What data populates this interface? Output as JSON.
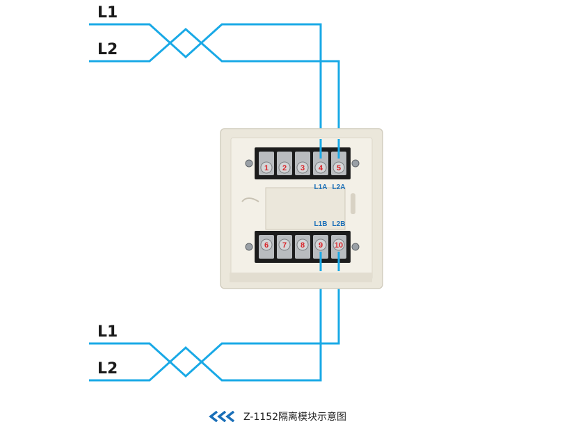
{
  "colors": {
    "wire": "#19a9e6",
    "accent": "#1a6fb8",
    "terminal_number": "#d9262a"
  },
  "top_wires": {
    "l1_label": "L1",
    "l2_label": "L2"
  },
  "bottom_wires": {
    "l1_label": "L1",
    "l2_label": "L2"
  },
  "module": {
    "top_block": {
      "numbers": [
        "1",
        "2",
        "3",
        "4",
        "5"
      ],
      "labels": [
        "L1A",
        "L2A"
      ]
    },
    "bottom_block": {
      "numbers": [
        "6",
        "7",
        "8",
        "9",
        "10"
      ],
      "labels": [
        "L1B",
        "L2B"
      ]
    }
  },
  "caption": {
    "icon": "triple-chevron-left-icon",
    "text": "Z-1152隔离模块示意图"
  }
}
